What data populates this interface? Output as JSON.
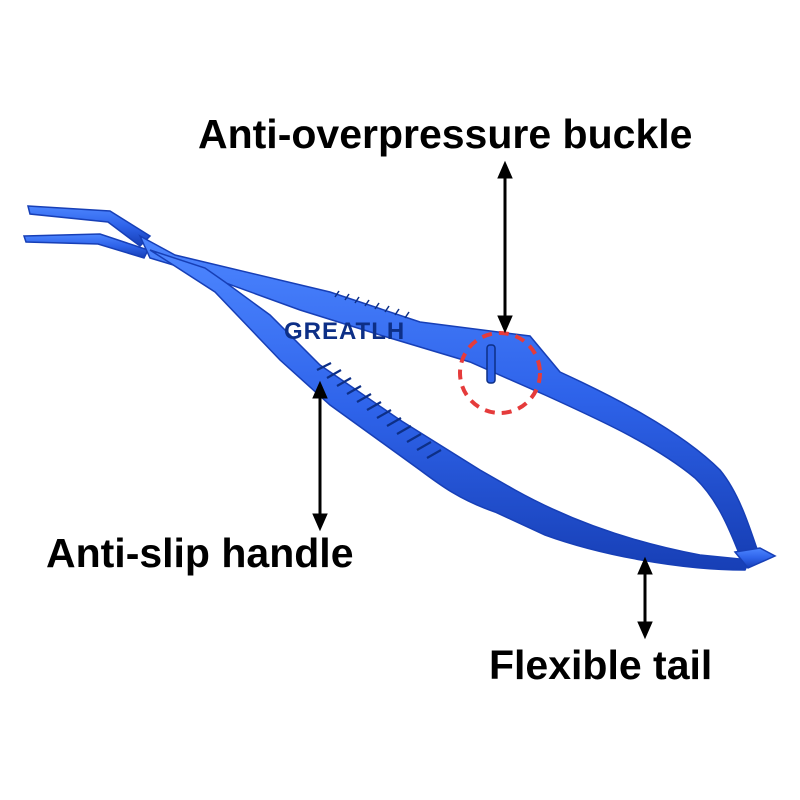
{
  "labels": {
    "buckle": "Anti-overpressure buckle",
    "handle": "Anti-slip handle",
    "tail": "Flexible tail"
  },
  "brand": "GREATLH",
  "colors": {
    "instrument": "#2e63ea",
    "instrument_dark": "#173fb6",
    "highlight_circle": "#e53b3b",
    "label_text": "#000000"
  }
}
